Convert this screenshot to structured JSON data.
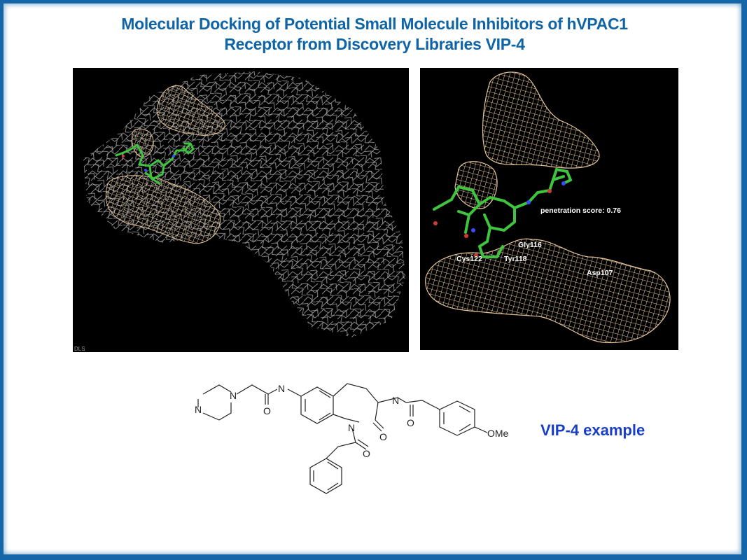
{
  "slide": {
    "title_line1": "Molecular Docking of Potential Small Molecule Inhibitors of hVPAC1",
    "title_line2": "Receptor from Discovery Libraries VIP-4",
    "frame_color": "#1466a8",
    "title_color": "#0f64a6"
  },
  "left_panel": {
    "description": "Receptor backbone wireframe (gray) with tan mesh binding surfaces and docked green ligand",
    "corner_label": "DLS",
    "colors": {
      "background": "#000000",
      "backbone": "#9a9a9a",
      "mesh": "#e3c49a",
      "ligand": "#3ec43e",
      "nitrogen": "#3a4cff",
      "oxygen": "#d23a3a"
    }
  },
  "right_panel": {
    "description": "Close-up of docked ligand in binding pocket",
    "score_label": "penetration score: 0.76",
    "residues": [
      {
        "name": "Gly116"
      },
      {
        "name": "Cys122"
      },
      {
        "name": "Tyr118"
      },
      {
        "name": "Asp107"
      }
    ]
  },
  "structure": {
    "atoms": {
      "N_pip_low": "N",
      "N_pip_high": "N",
      "N_amide1": "N",
      "O_amide1": "O",
      "N_ring": "N",
      "O_lactam": "O",
      "N_amide2": "N",
      "O_amide2": "O",
      "O_acyl": "O",
      "OMe": "OMe"
    },
    "caption": "VIP-4 example",
    "caption_color": "#1a3fc4"
  }
}
